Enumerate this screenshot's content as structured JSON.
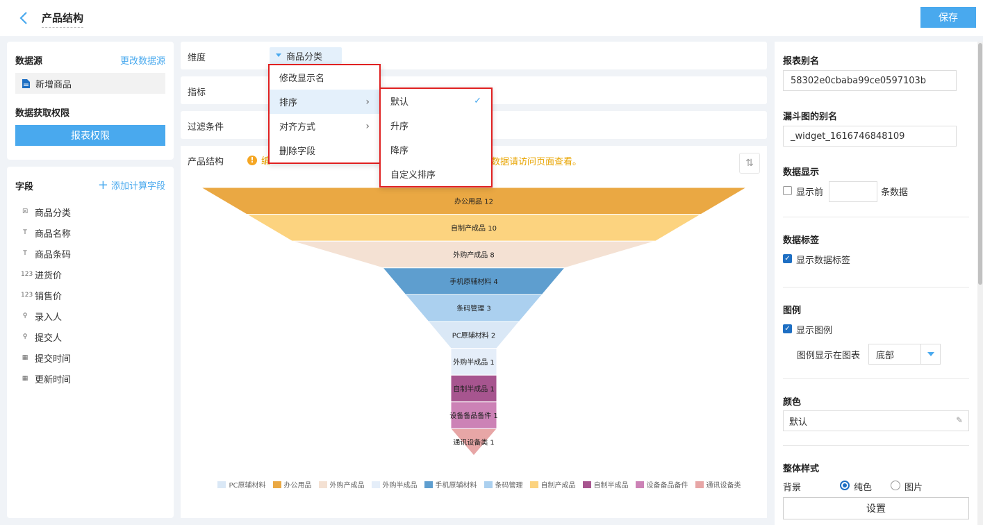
{
  "header": {
    "title": "产品结构",
    "save_label": "保存"
  },
  "left": {
    "datasource_label": "数据源",
    "change_link": "更改数据源",
    "source_name": "新增商品",
    "permission_label": "数据获取权限",
    "permission_button": "报表权限",
    "fields_label": "字段",
    "add_calc": "添加计算字段",
    "fields": [
      {
        "icon": "☒",
        "name": "商品分类"
      },
      {
        "icon": "T",
        "name": "商品名称"
      },
      {
        "icon": "T",
        "name": "商品条码"
      },
      {
        "icon": "123",
        "name": "进货价"
      },
      {
        "icon": "123",
        "name": "销售价"
      },
      {
        "icon": "⚲",
        "name": "录入人"
      },
      {
        "icon": "⚲",
        "name": "提交人"
      },
      {
        "icon": "▦",
        "name": "提交时间"
      },
      {
        "icon": "▦",
        "name": "更新时间"
      }
    ]
  },
  "config": {
    "dimension_label": "维度",
    "dimension_tag": "商品分类",
    "metric_label": "指标",
    "filter_label": "过滤条件"
  },
  "chart_header": {
    "title": "产品结构",
    "warning_a": "编",
    "warning_b": "数据请访问页面查看。"
  },
  "menu": {
    "items": [
      "修改显示名",
      "排序",
      "对齐方式",
      "删除字段"
    ]
  },
  "submenu": {
    "items": [
      "默认",
      "升序",
      "降序",
      "自定义排序"
    ]
  },
  "chart_data": {
    "type": "funnel",
    "series": [
      {
        "name": "办公用品",
        "value": 12,
        "color": "#eaa843"
      },
      {
        "name": "自制产成品",
        "value": 10,
        "color": "#fcd37f"
      },
      {
        "name": "外购产成品",
        "value": 8,
        "color": "#f4e1d3"
      },
      {
        "name": "手机原辅材料",
        "value": 4,
        "color": "#5e9ecf"
      },
      {
        "name": "条码管理",
        "value": 3,
        "color": "#abd0ef"
      },
      {
        "name": "PC原辅材料",
        "value": 2,
        "color": "#dae8f6"
      },
      {
        "name": "外购半成品",
        "value": 1,
        "color": "#e5eef9"
      },
      {
        "name": "自制半成品",
        "value": 1,
        "color": "#a7558f"
      },
      {
        "name": "设备备品备件",
        "value": 1,
        "color": "#cc82b6"
      },
      {
        "name": "通讯设备类",
        "value": 1,
        "color": "#e7a6a6"
      }
    ],
    "legend": [
      "PC原辅材料",
      "办公用品",
      "外购产成品",
      "外购半成品",
      "手机原辅材料",
      "条码管理",
      "自制产成品",
      "自制半成品",
      "设备备品备件",
      "通讯设备类"
    ]
  },
  "right": {
    "alias_label": "报表别名",
    "alias_value": "58302e0cbaba99ce0597103b",
    "funnel_alias_label": "漏斗图的别名",
    "funnel_alias_value": "_widget_1616746848109",
    "data_display_label": "数据显示",
    "show_first": "显示前",
    "rows_suffix": "条数据",
    "data_label_label": "数据标签",
    "show_data_label": "显示数据标签",
    "legend_label": "图例",
    "show_legend": "显示图例",
    "legend_pos_label": "图例显示在图表",
    "legend_pos_value": "底部",
    "color_label": "颜色",
    "color_value": "默认",
    "style_label": "整体样式",
    "bg_label": "背景",
    "bg_solid": "纯色",
    "bg_image": "图片",
    "settings_button": "设置"
  }
}
